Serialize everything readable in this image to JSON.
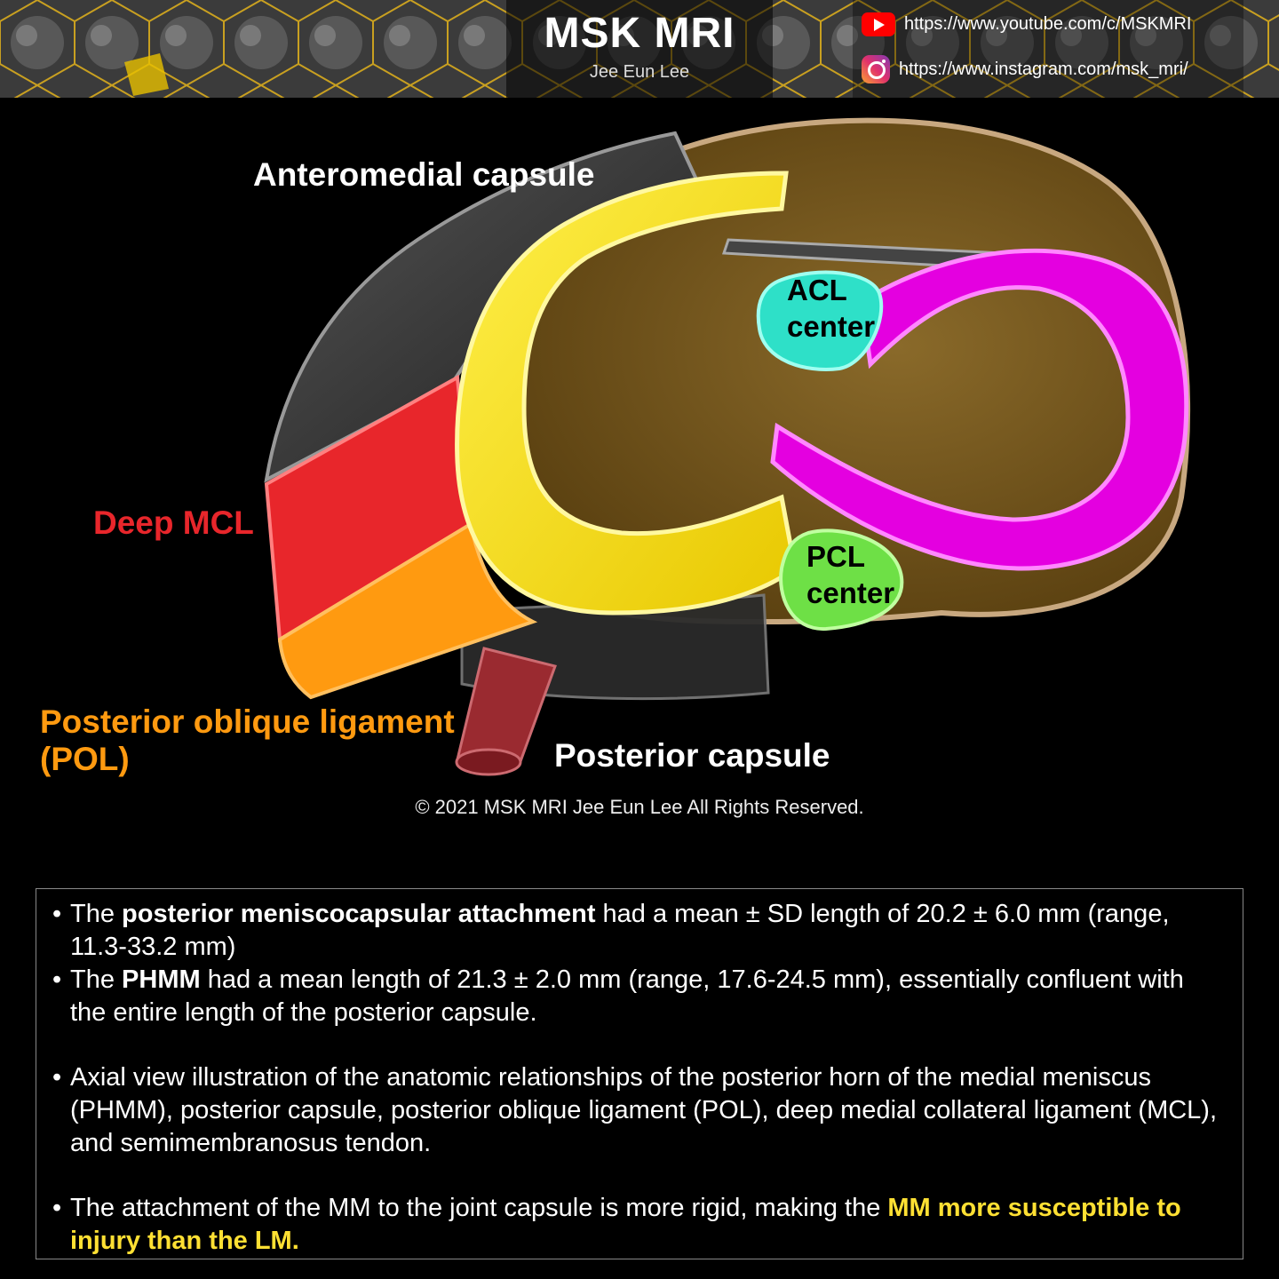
{
  "header": {
    "title": "MSK MRI",
    "author": "Jee Eun Lee",
    "youtube_url": "https://www.youtube.com/c/MSKMRI",
    "instagram_url": "https://www.instagram.com/msk_mri/"
  },
  "diagram": {
    "labels": {
      "anteromedial_capsule": "Anteromedial capsule",
      "deep_mcl": "Deep MCL",
      "pol_line1": "Posterior oblique ligament",
      "pol_line2": "(POL)",
      "posterior_capsule": "Posterior capsule",
      "acl_line1": "ACL",
      "acl_line2": "center",
      "pcl_line1": "PCL",
      "pcl_line2": "center"
    },
    "colors": {
      "medial_meniscus": "#f7e000",
      "lateral_meniscus": "#e400e0",
      "deep_mcl": "#e8262b",
      "pol": "#ff9a10",
      "acl": "#2ee0c8",
      "pcl": "#6ee046",
      "tibia": "#7a5a20",
      "capsule": "#3a3a3a",
      "semimembranosus": "#9a2a30"
    }
  },
  "copyright": "© 2021 MSK MRI Jee Eun Lee All Rights Reserved.",
  "notes": {
    "b1_pre": "The ",
    "b1_bold": "posterior meniscocapsular attachment",
    "b1_post": " had a mean ± SD length of 20.2 ± 6.0 mm (range, 11.3-33.2 mm)",
    "b2_pre": "The ",
    "b2_bold": "PHMM",
    "b2_post": " had a mean length of 21.3 ± 2.0 mm (range, 17.6-24.5 mm), essentially confluent with the entire length of the posterior capsule.",
    "b3": "Axial view illustration of the anatomic relationships of the posterior horn of the medial meniscus (PHMM), posterior capsule, posterior oblique ligament (POL), deep medial collateral ligament (MCL), and semimembranosus tendon.",
    "b4_pre": "The attachment of the MM to the joint capsule is more rigid, making the ",
    "b4_hl": "MM more susceptible to injury than the LM."
  }
}
